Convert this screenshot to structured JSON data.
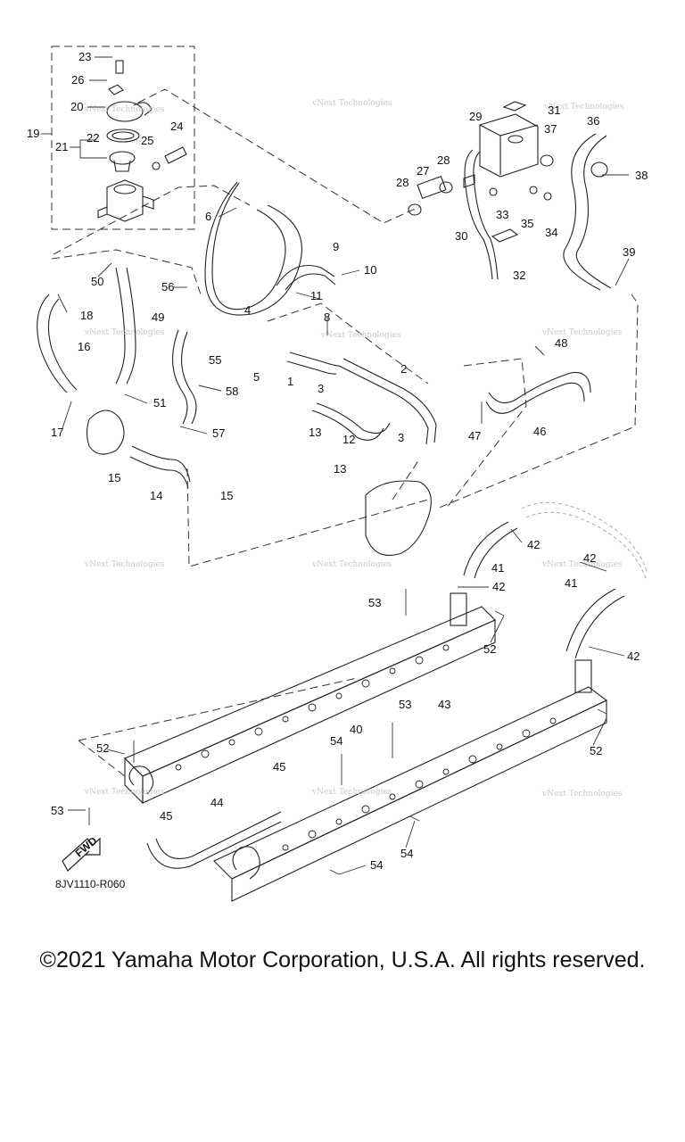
{
  "diagram": {
    "drawing_code": "8JV1110-R060",
    "fwd_label": "FWD",
    "watermark_text": "vNext Technologies",
    "callouts": [
      "1",
      "2",
      "3",
      "4",
      "5",
      "6",
      "8",
      "9",
      "10",
      "11",
      "12",
      "13",
      "14",
      "15",
      "16",
      "17",
      "18",
      "19",
      "20",
      "21",
      "22",
      "23",
      "24",
      "25",
      "26",
      "27",
      "28",
      "29",
      "30",
      "31",
      "32",
      "33",
      "34",
      "35",
      "36",
      "37",
      "38",
      "39",
      "40",
      "41",
      "42",
      "43",
      "44",
      "45",
      "46",
      "47",
      "48",
      "49",
      "50",
      "51",
      "52",
      "53",
      "54",
      "55",
      "56",
      "57",
      "58"
    ]
  },
  "footer": {
    "copyright": "©2021 Yamaha Motor Corporation, U.S.A. All rights reserved."
  }
}
